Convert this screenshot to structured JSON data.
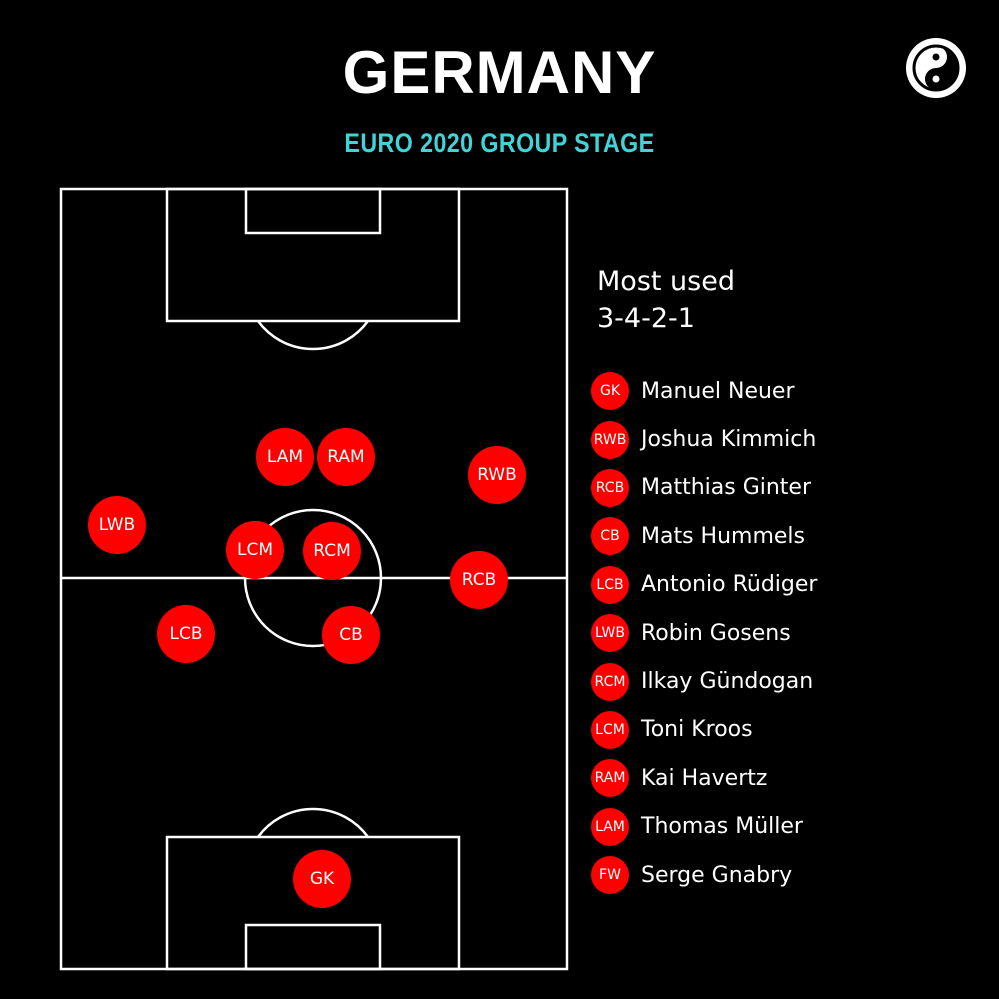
{
  "title": "GERMANY",
  "subtitle": "EURO 2020 GROUP STAGE",
  "colors": {
    "background": "#000000",
    "subtitle": "#3fd5d8",
    "player": "#ff0000",
    "lines": "#ffffff"
  },
  "logo_icon": "yin-yang-logo-icon",
  "formation": {
    "heading": "Most used",
    "value": "3-4-2-1"
  },
  "pitch_players": [
    {
      "pos": "LAM"
    },
    {
      "pos": "RAM"
    },
    {
      "pos": "RWB"
    },
    {
      "pos": "LWB"
    },
    {
      "pos": "LCM"
    },
    {
      "pos": "RCM"
    },
    {
      "pos": "RCB"
    },
    {
      "pos": "LCB"
    },
    {
      "pos": "CB"
    },
    {
      "pos": "GK"
    }
  ],
  "roster": [
    {
      "pos": "GK",
      "name": "Manuel Neuer"
    },
    {
      "pos": "RWB",
      "name": "Joshua Kimmich"
    },
    {
      "pos": "RCB",
      "name": "Matthias Ginter"
    },
    {
      "pos": "CB",
      "name": "Mats Hummels"
    },
    {
      "pos": "LCB",
      "name": "Antonio Rüdiger"
    },
    {
      "pos": "LWB",
      "name": "Robin Gosens"
    },
    {
      "pos": "RCM",
      "name": "Ilkay Gündogan"
    },
    {
      "pos": "LCM",
      "name": "Toni Kroos"
    },
    {
      "pos": "RAM",
      "name": "Kai Havertz"
    },
    {
      "pos": "LAM",
      "name": "Thomas Müller"
    },
    {
      "pos": "FW",
      "name": "Serge Gnabry"
    }
  ]
}
